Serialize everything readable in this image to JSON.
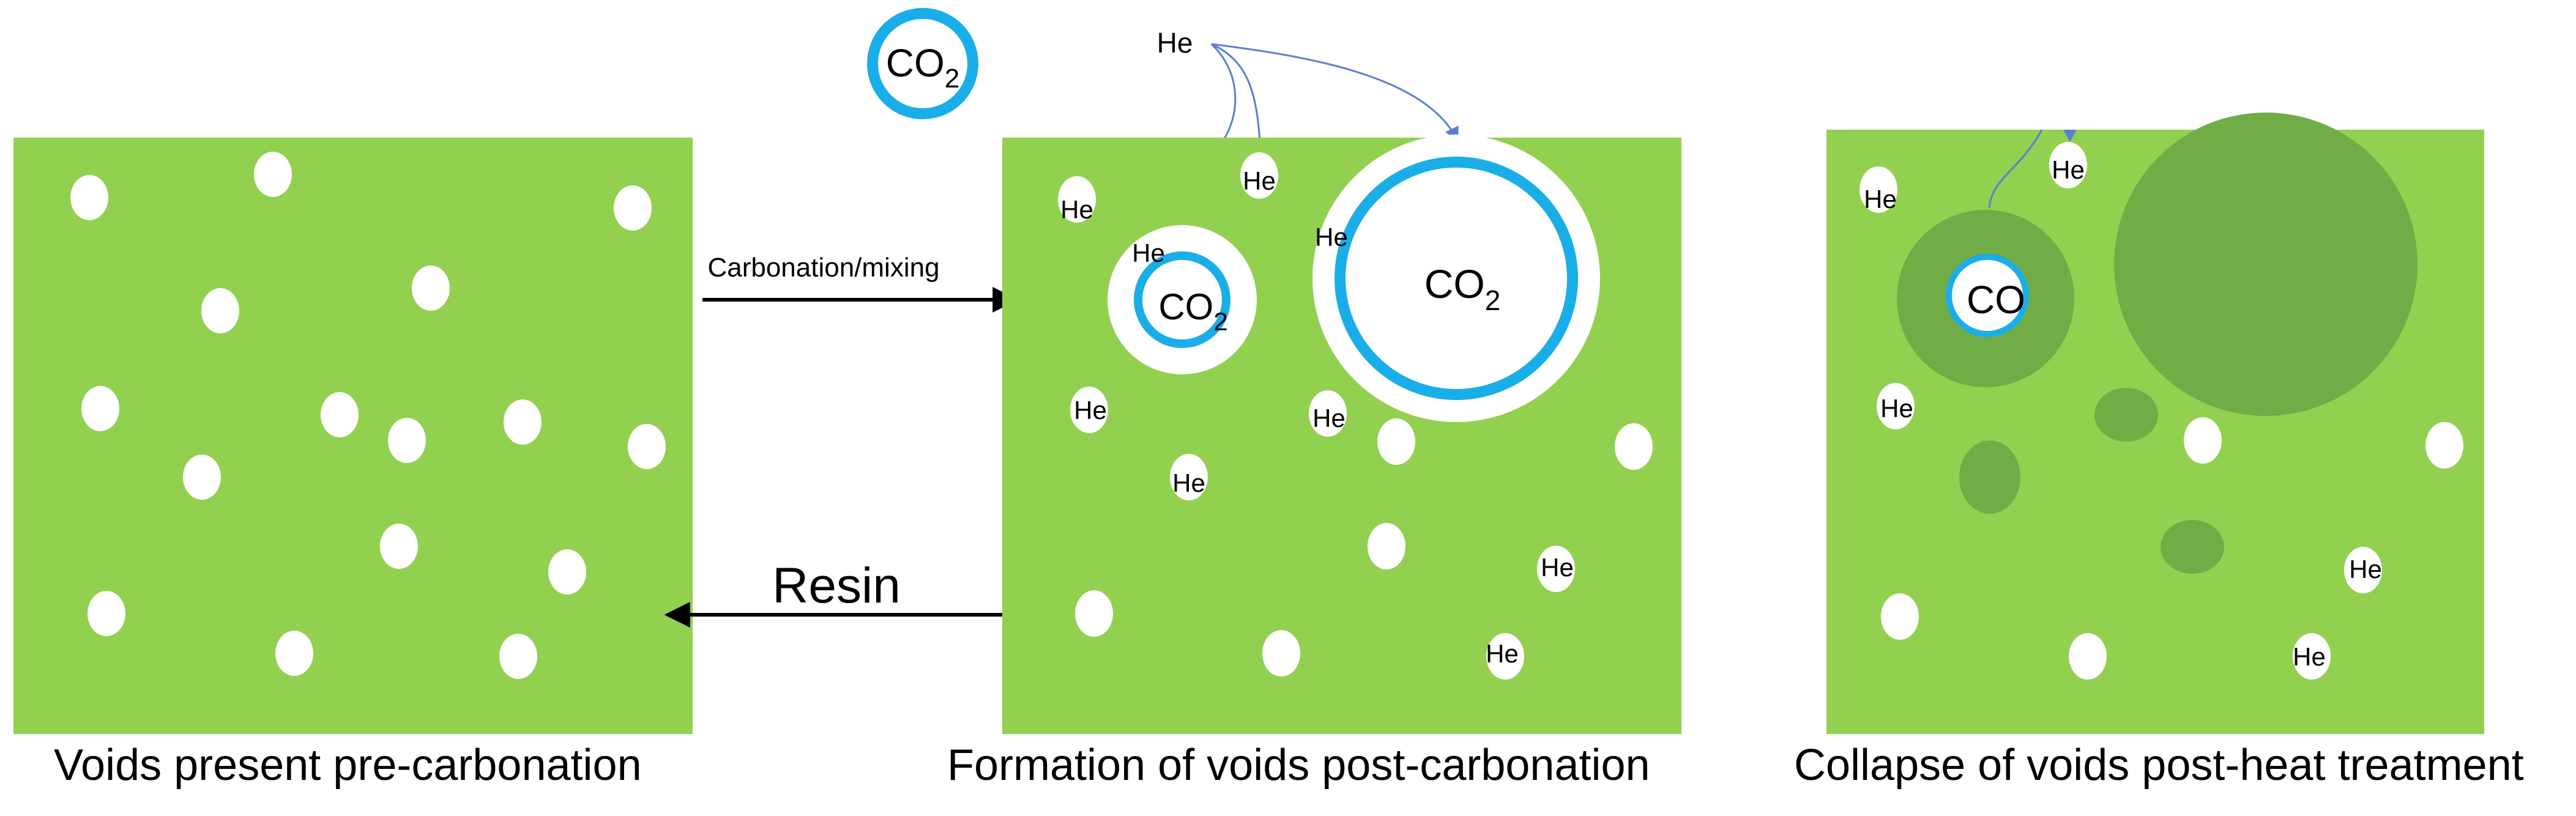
{
  "colors": {
    "resin": "#92d050",
    "collapsed": "#70ad47",
    "void": "#ffffff",
    "co2_ring": "#1aaee8",
    "arrow": "#000000",
    "he_arrow": "#5b7fd1"
  },
  "legend": {
    "co2_main": "CO",
    "co2_sub": "2"
  },
  "he_source_label": "He",
  "arrows": {
    "carbonation": "Carbonation/mixing",
    "resin": "Resin"
  },
  "panels": [
    {
      "caption": "Voids present pre-carbonation"
    },
    {
      "caption": "Formation of voids post-carbonation"
    },
    {
      "caption": "Collapse of voids post-heat treatment"
    }
  ],
  "panel2": {
    "he_label": "He",
    "small_co2": {
      "main": "CO",
      "sub": "2"
    },
    "large_co2": {
      "main": "CO",
      "sub": "2"
    }
  },
  "panel3": {
    "he_label": "He",
    "co_label": "CO"
  }
}
